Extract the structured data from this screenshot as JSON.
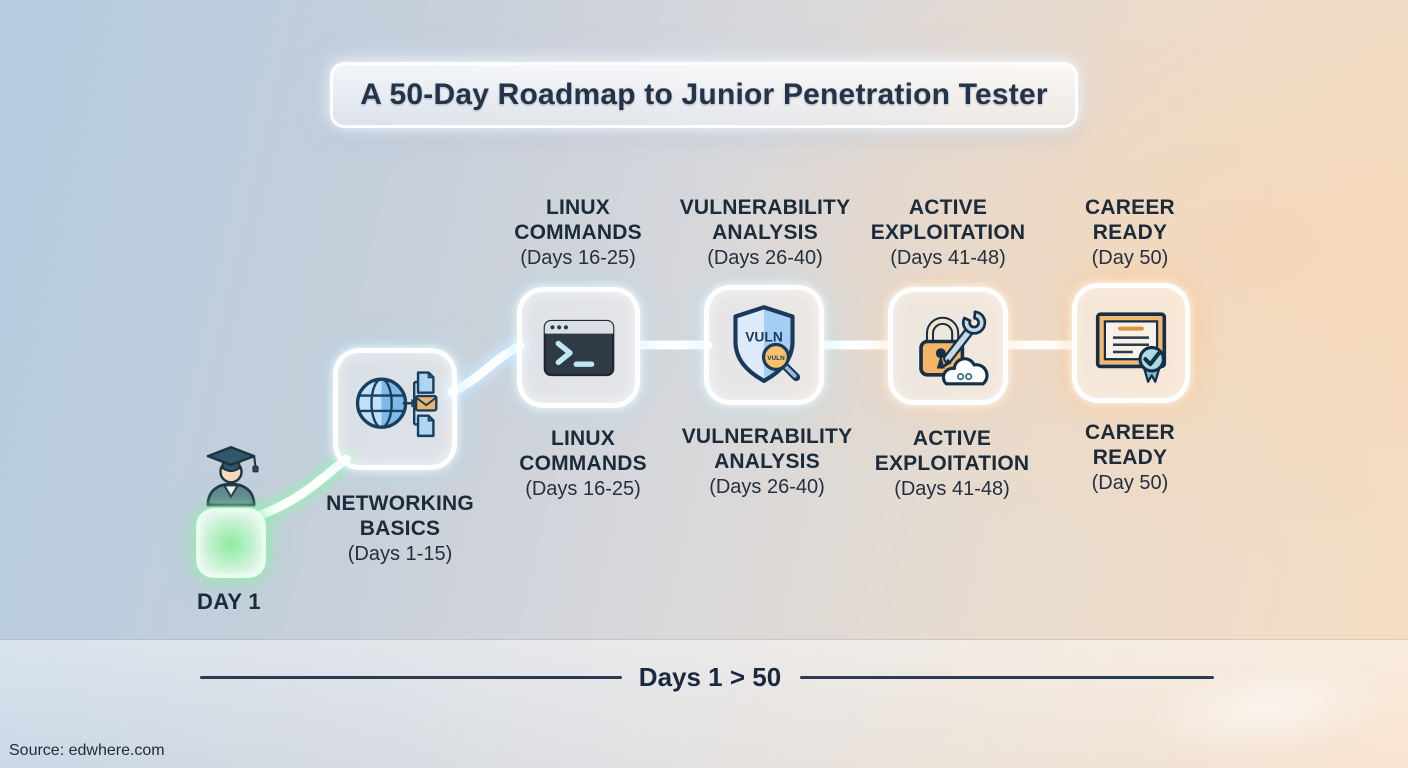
{
  "title": "A 50-Day Roadmap to Junior Penetration Tester",
  "milestones": [
    {
      "id": "day1",
      "label": "DAY 1",
      "icon": "green-start-node"
    },
    {
      "id": "networking",
      "line1": "NETWORKING",
      "line2": "BASICS",
      "days": "(Days 1-15)",
      "icon": "globe-network-icon"
    },
    {
      "id": "linux",
      "line1": "LINUX",
      "line2": "COMMANDS",
      "days": "(Days 16-25)",
      "icon": "terminal-icon"
    },
    {
      "id": "vulnerability",
      "line1": "VULNERABILITY",
      "line2": "ANALYSIS",
      "days": "(Days 26-40)",
      "icon": "shield-vuln-icon"
    },
    {
      "id": "active",
      "line1": "ACTIVE",
      "line2": "EXPLOITATION",
      "days": "(Days 41-48)",
      "icon": "lock-wrench-icon"
    },
    {
      "id": "career",
      "line1": "CAREER",
      "line2": "READY",
      "days": "(Day 50)",
      "icon": "certificate-icon"
    }
  ],
  "icon_text": {
    "shield_label": "VULN",
    "magnifier_label": "VULN"
  },
  "timeline": {
    "label": "Days 1 > 50"
  },
  "source": "Source: edwhere.com",
  "colors": {
    "navy": "#1c2b3a",
    "glow_green": "#8deba2",
    "glow_cool": "#cde8ff",
    "glow_warm": "#ffd49b",
    "bg_left": "#b4cbe2",
    "bg_right": "#f6dcc2",
    "orange_accent": "#f2b96f",
    "blue_accent": "#a6cef2"
  }
}
